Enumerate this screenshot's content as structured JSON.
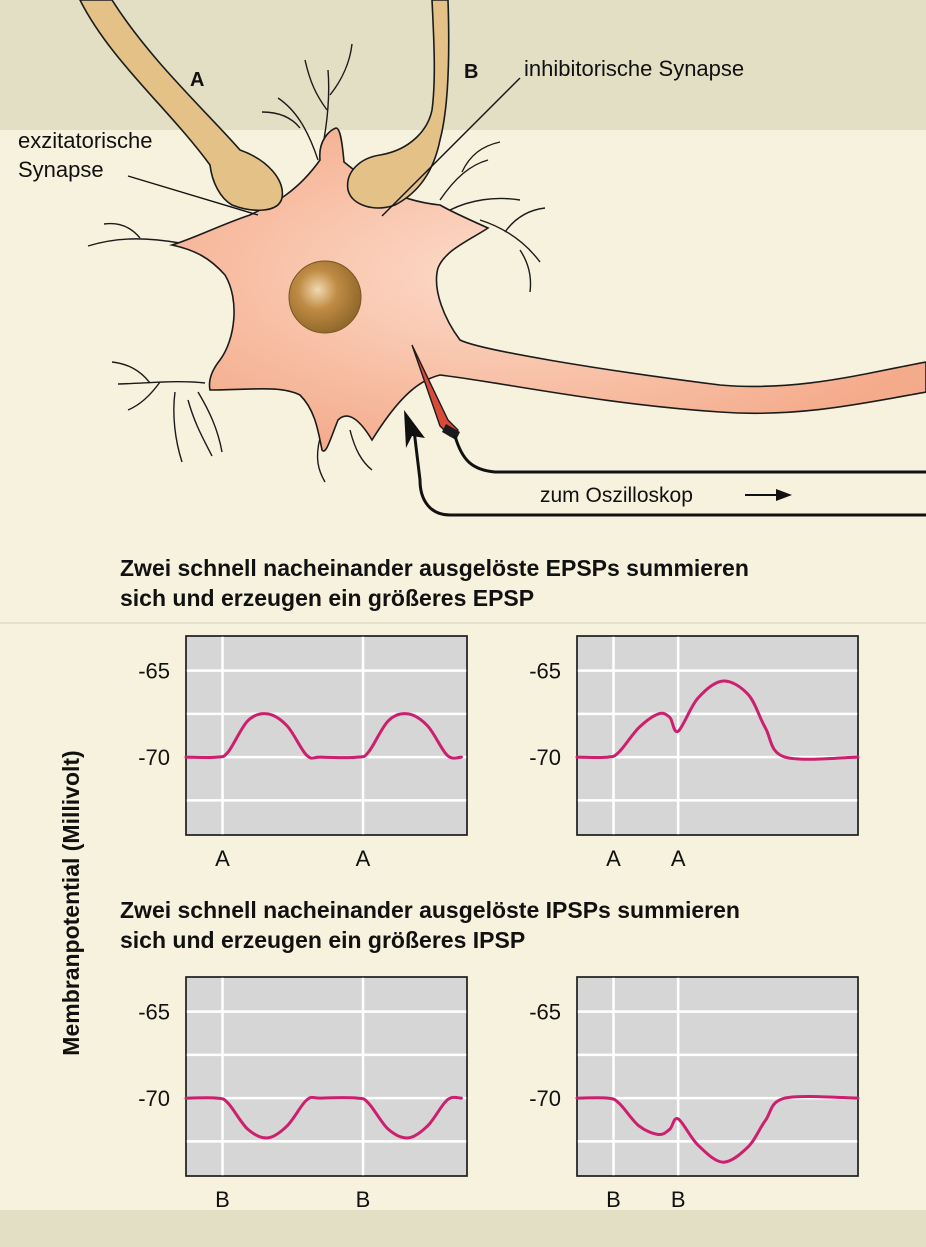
{
  "labels": {
    "a": "A",
    "b": "B",
    "excitatory_line1": "exzitatorische",
    "excitatory_line2": "Synapse",
    "inhibitory": "inhibitorische Synapse",
    "oscilloscope": "zum Oszilloskop"
  },
  "epsp_title": {
    "line1": "Zwei schnell nacheinander ausgelöste EPSPs summieren",
    "line2": "sich und erzeugen ein größeres EPSP"
  },
  "ipsp_title": {
    "line1": "Zwei schnell nacheinander ausgelöste IPSPs summieren",
    "line2": "sich und erzeugen ein größeres IPSP"
  },
  "y_axis_label": "Membranpotential (Millivolt)",
  "colors": {
    "trace": "#cc1f6f",
    "soma": "#f7b597",
    "nucleus": "#b8863d",
    "terminal": "#e3c187",
    "electrode": "#d84a3a"
  },
  "chart_data": [
    {
      "type": "line",
      "y_ticks": [
        "-65",
        "-70"
      ],
      "stimulus_labels": [
        "A",
        "A"
      ],
      "stimulus_times": [
        0.13,
        0.63
      ],
      "ylim": [
        -74.5,
        -63
      ],
      "x": [
        0,
        0.11,
        0.15,
        0.22,
        0.29,
        0.36,
        0.43,
        0.48,
        0.61,
        0.65,
        0.72,
        0.79,
        0.86,
        0.93,
        0.98
      ],
      "y": [
        -70,
        -70,
        -69.7,
        -67.9,
        -67.5,
        -68.2,
        -69.9,
        -70,
        -70,
        -69.7,
        -67.9,
        -67.5,
        -68.2,
        -69.9,
        -70
      ]
    },
    {
      "type": "line",
      "y_ticks": [
        "-65",
        "-70"
      ],
      "stimulus_labels": [
        "A",
        "A"
      ],
      "stimulus_times": [
        0.13,
        0.36
      ],
      "ylim": [
        -74.5,
        -63
      ],
      "x": [
        0,
        0.11,
        0.15,
        0.22,
        0.29,
        0.33,
        0.36,
        0.43,
        0.52,
        0.61,
        0.67,
        0.74,
        1.0
      ],
      "y": [
        -70,
        -70,
        -69.7,
        -68.3,
        -67.5,
        -67.7,
        -68.5,
        -66.6,
        -65.6,
        -66.4,
        -68.3,
        -70,
        -70
      ]
    },
    {
      "type": "line",
      "y_ticks": [
        "-65",
        "-70"
      ],
      "stimulus_labels": [
        "B",
        "B"
      ],
      "stimulus_times": [
        0.13,
        0.63
      ],
      "ylim": [
        -74.5,
        -63
      ],
      "x": [
        0,
        0.11,
        0.15,
        0.22,
        0.29,
        0.36,
        0.43,
        0.48,
        0.61,
        0.65,
        0.72,
        0.79,
        0.86,
        0.93,
        0.98
      ],
      "y": [
        -70,
        -70,
        -70.3,
        -71.8,
        -72.3,
        -71.6,
        -70.1,
        -70,
        -70,
        -70.3,
        -71.8,
        -72.3,
        -71.6,
        -70.1,
        -70
      ]
    },
    {
      "type": "line",
      "y_ticks": [
        "-65",
        "-70"
      ],
      "stimulus_labels": [
        "B",
        "B"
      ],
      "stimulus_times": [
        0.13,
        0.36
      ],
      "ylim": [
        -74.5,
        -63
      ],
      "x": [
        0,
        0.11,
        0.15,
        0.22,
        0.29,
        0.33,
        0.36,
        0.43,
        0.52,
        0.61,
        0.67,
        0.74,
        1.0
      ],
      "y": [
        -70,
        -70,
        -70.3,
        -71.6,
        -72.1,
        -71.8,
        -71.2,
        -72.7,
        -73.7,
        -72.8,
        -71.3,
        -70,
        -70
      ]
    }
  ]
}
